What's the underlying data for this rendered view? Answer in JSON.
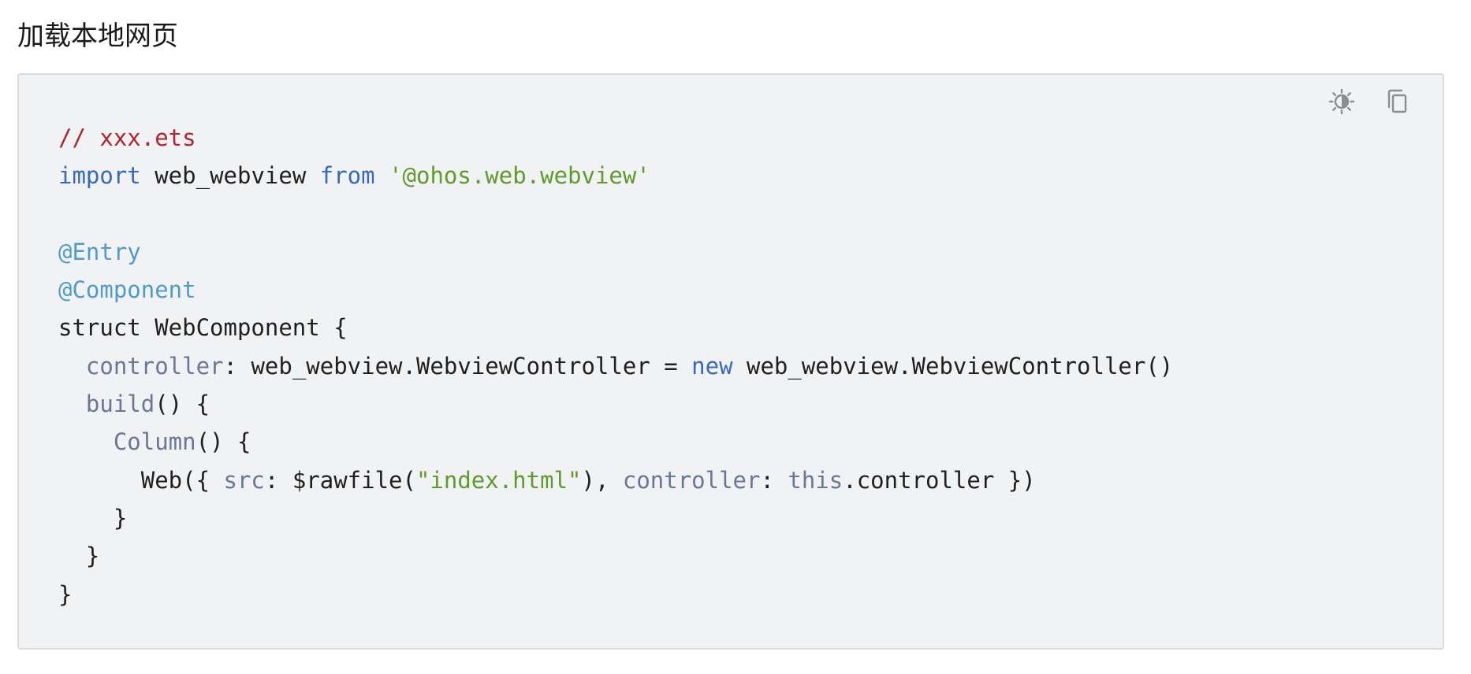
{
  "section": {
    "title": "加载本地网页"
  },
  "toolbar": {
    "theme_icon": "contrast-theme-icon",
    "copy_icon": "copy-icon"
  },
  "colors": {
    "code_background": "#f1f2f4",
    "comment": "#b4232d",
    "keyword": "#3468c4",
    "string": "#5f9a2c",
    "decorator": "#4f9ccc",
    "property": "#6b7596",
    "plain": "#1f1f1f"
  },
  "code": {
    "language": "ets",
    "lines": [
      [
        {
          "t": "// xxx.ets",
          "c": "comment"
        }
      ],
      [
        {
          "t": "import",
          "c": "keyword"
        },
        {
          "t": " web_webview ",
          "c": "plain"
        },
        {
          "t": "from",
          "c": "keyword"
        },
        {
          "t": " ",
          "c": "plain"
        },
        {
          "t": "'@ohos.web.webview'",
          "c": "string"
        }
      ],
      [],
      [
        {
          "t": "@Entry",
          "c": "decorator"
        }
      ],
      [
        {
          "t": "@Component",
          "c": "decorator"
        }
      ],
      [
        {
          "t": "struct WebComponent {",
          "c": "plain"
        }
      ],
      [
        {
          "t": "  ",
          "c": "plain"
        },
        {
          "t": "controller",
          "c": "prop"
        },
        {
          "t": ": web_webview.WebviewController = ",
          "c": "plain"
        },
        {
          "t": "new",
          "c": "keyword"
        },
        {
          "t": " web_webview.WebviewController()",
          "c": "plain"
        }
      ],
      [
        {
          "t": "  ",
          "c": "plain"
        },
        {
          "t": "build",
          "c": "prop"
        },
        {
          "t": "() {",
          "c": "plain"
        }
      ],
      [
        {
          "t": "    ",
          "c": "plain"
        },
        {
          "t": "Column",
          "c": "prop"
        },
        {
          "t": "() {",
          "c": "plain"
        }
      ],
      [
        {
          "t": "      Web({ ",
          "c": "plain"
        },
        {
          "t": "src",
          "c": "prop"
        },
        {
          "t": ": $rawfile(",
          "c": "plain"
        },
        {
          "t": "\"index.html\"",
          "c": "string"
        },
        {
          "t": "), ",
          "c": "plain"
        },
        {
          "t": "controller",
          "c": "prop"
        },
        {
          "t": ": ",
          "c": "plain"
        },
        {
          "t": "this",
          "c": "prop"
        },
        {
          "t": ".controller })",
          "c": "plain"
        }
      ],
      [
        {
          "t": "    }",
          "c": "plain"
        }
      ],
      [
        {
          "t": "  }",
          "c": "plain"
        }
      ],
      [
        {
          "t": "}",
          "c": "plain"
        }
      ]
    ]
  }
}
